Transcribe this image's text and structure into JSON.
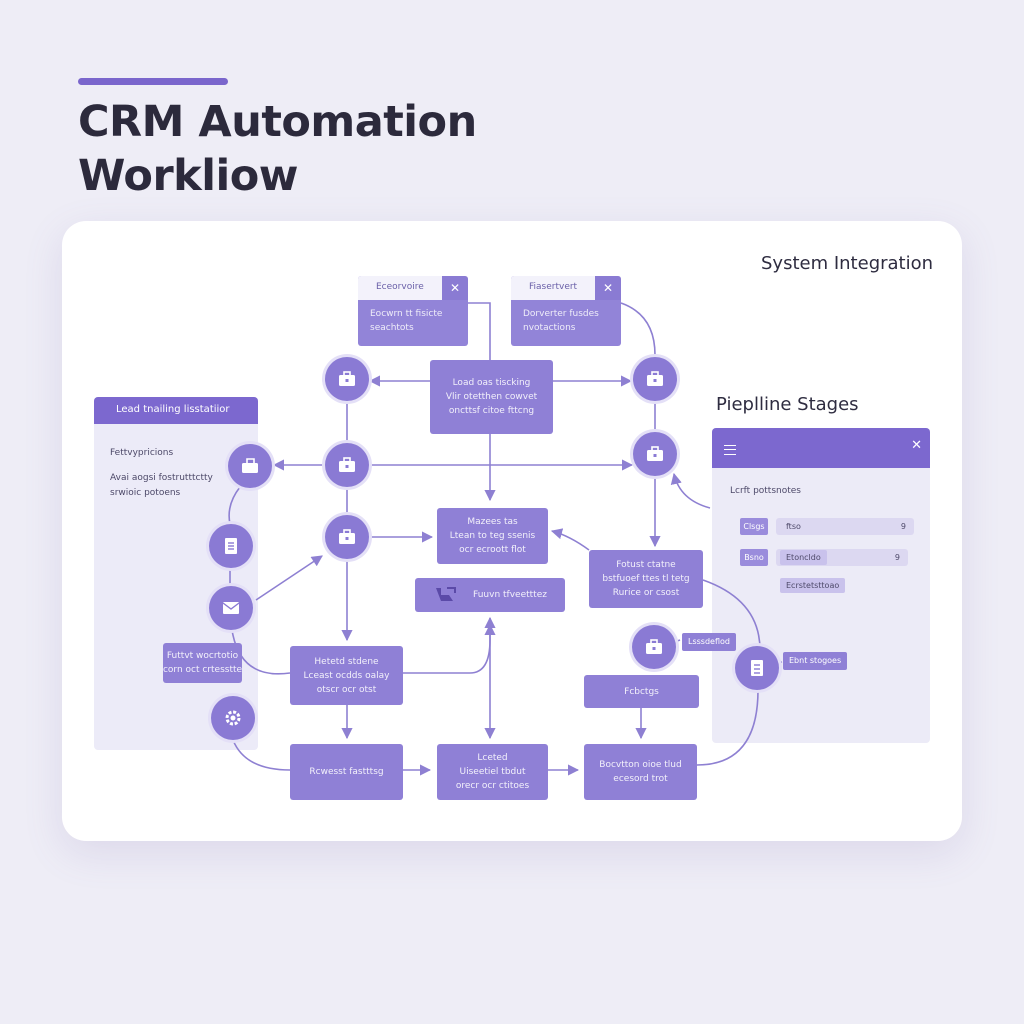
{
  "header": {
    "title_line1": "CRM Automation",
    "title_line2": "Workliow"
  },
  "card": {
    "system_integration_label": "System Integration",
    "pipeline_stages_label": "Pieplline Stages"
  },
  "left_panel": {
    "header": "Lead tnailing lisstatiior",
    "text1": "Fettvypricions",
    "text2": [
      "Avai aogsi fostrutttctty",
      "srwioic potoens"
    ]
  },
  "top_nodes": [
    {
      "title": "Eceorvoire",
      "body": [
        "Eocwrn tt fisicte",
        "seachtots"
      ],
      "close": "✕"
    },
    {
      "title": "Fiasertvert",
      "body": [
        "Dorverter fusdes",
        "nvotactions"
      ],
      "close": "✕"
    }
  ],
  "nodes": {
    "lead_scoring": [
      "Load oas tiscking",
      "Vlir otetthen cowvet",
      "oncttsf citoe fttcng"
    ],
    "middle": [
      "Mazees tas",
      "Ltean to teg ssenis",
      "ocr ecroott flot"
    ],
    "analytics": [
      "Fuuvn tfveetttez"
    ],
    "right_status": [
      "Fotust ctatne",
      "bstfuoef ttes tl tetg",
      "Rurice or csost"
    ],
    "left_tag": [
      "Futtvt wocrtotio",
      "corn oct crtesstte"
    ],
    "lower_left": [
      "Hetetd stdene",
      "Lceast ocdds oalay",
      "otscr ocr otst"
    ],
    "bottom_left": [
      "Rcwesst fastttsg"
    ],
    "bottom_mid": [
      "Lceted",
      "Uiseetiel tbdut",
      "orecr ocr ctitoes"
    ],
    "bottom_right": [
      "Bocvtton oioe tlud",
      "ecesord trot"
    ],
    "fcbctgs": [
      "Fcbctgs"
    ],
    "lssdeflod": [
      "Lsssdeflod"
    ],
    "ebnstogoes": [
      "Ebnt stogoes"
    ]
  },
  "pipeline_panel": {
    "close": "✕",
    "label": "Lcrft pottsnotes",
    "rows": [
      {
        "chip": "Clsgs",
        "field": "ftso",
        "caret": "9"
      },
      {
        "chip": "Bsno",
        "field": "Etoncldo",
        "caret": "9"
      }
    ],
    "tag": "Ecrstetsttoao"
  },
  "icons": [
    "briefcase-icon",
    "briefcase-icon",
    "briefcase-icon",
    "briefcase-icon",
    "briefcase-icon",
    "briefcase-icon",
    "document-icon",
    "envelope-icon",
    "gear-icon",
    "briefcase-icon",
    "database-icon",
    "briefcase-icon"
  ],
  "colors": {
    "accent": "#7a66cc",
    "node_fill": "#8f80d6",
    "edge": "#8e80d2",
    "card": "#ffffff",
    "background": "#eeedf6"
  }
}
